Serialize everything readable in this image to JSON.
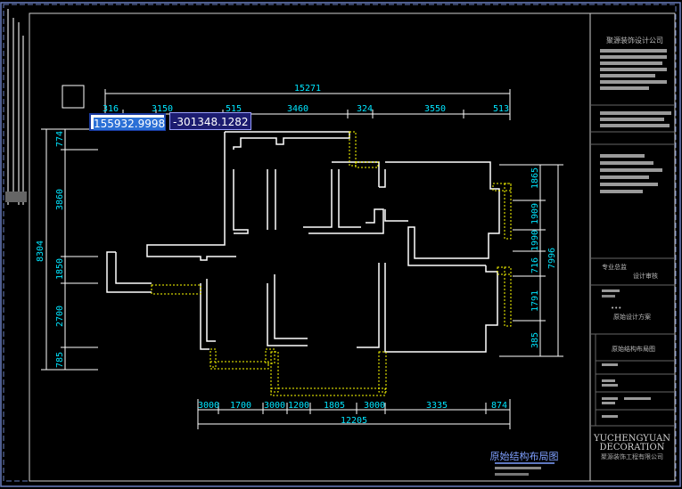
{
  "coordinate_input": {
    "x_value": "155932.9998",
    "y_value": "-301348.1282"
  },
  "dimensions": {
    "top_total": "15271",
    "top_segments": [
      "316",
      "3150",
      "515",
      "3460",
      "324",
      "3550",
      "513"
    ],
    "bottom_total": "12205",
    "bottom_segments": [
      "3000",
      "1700",
      "3000",
      "1200",
      "1805",
      "3000",
      "3335",
      "874"
    ],
    "left_total": "8304",
    "left_segments": [
      "774",
      "3860",
      "1850",
      "2700",
      "785"
    ],
    "right_total": "7996",
    "right_segments": [
      "1865",
      "1909",
      "1990",
      "716",
      "1791",
      "385"
    ]
  },
  "drawing_title": "原始结构布局图",
  "title_block": {
    "company": "聚源装饰设计公司",
    "specialty_label": "专业总监",
    "reviewer_label": "设计审核",
    "project_note": "•••",
    "scheme_label": "原始设计方案",
    "sheet_name": "原始结构布局图",
    "logo_line1": "YUCHENGYUAN",
    "logo_line2": "DECORATION",
    "company_full": "聚源装饰工程有限公司"
  },
  "colors": {
    "dimension": "#00e5ff",
    "wall": "#ffffff",
    "hatch": "#ffff00",
    "border": "#6a7fbf"
  }
}
